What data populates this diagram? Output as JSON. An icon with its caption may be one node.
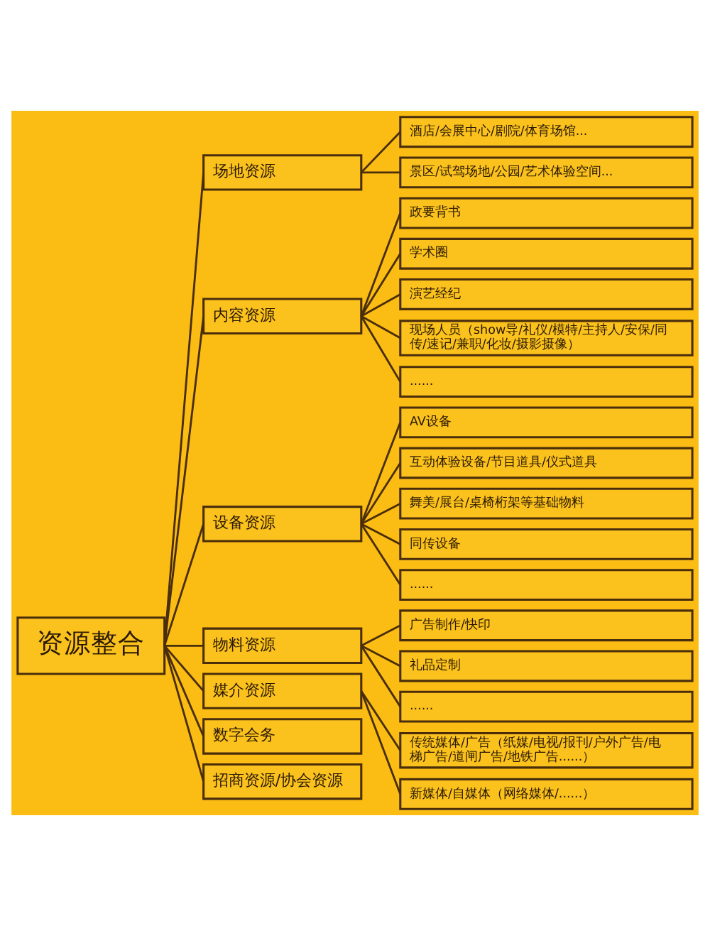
{
  "diagram": {
    "nodes": [
      {
        "text": [
          "资源整合"
        ]
      },
      {
        "text": [
          "场地资源"
        ]
      },
      {
        "text": [
          "酒店/会展中心/剧院/体育场馆..."
        ]
      },
      {
        "text": [
          "景区/试驾场地/公园/艺术体验空间..."
        ]
      },
      {
        "text": [
          "内容资源"
        ]
      },
      {
        "text": [
          "政要背书"
        ]
      },
      {
        "text": [
          "学术圈"
        ]
      },
      {
        "text": [
          "演艺经纪"
        ]
      },
      {
        "text": [
          "现场人员（show导/礼仪/模特/主持人/安保/同传/速记/兼职/化妆/摄影摄像）"
        ]
      },
      {
        "text": [
          "......"
        ]
      },
      {
        "text": [
          "设备资源"
        ]
      },
      {
        "text": [
          "AV设备"
        ]
      },
      {
        "text": [
          "互动体验设备/节目道具/仪式道具"
        ]
      },
      {
        "text": [
          "舞美/展台/桌椅桁架等基础物料"
        ]
      },
      {
        "text": [
          "同传设备"
        ]
      },
      {
        "text": [
          "......"
        ]
      },
      {
        "text": [
          "物料资源"
        ]
      },
      {
        "text": [
          "广告制作/快印"
        ]
      },
      {
        "text": [
          "礼品定制"
        ]
      },
      {
        "text": [
          "......"
        ]
      },
      {
        "text": [
          "媒介资源"
        ]
      },
      {
        "text": [
          "传统媒体/广告（纸媒/电视/报刊/户外广告/电梯广告/道闸广告/地铁广告......）"
        ]
      },
      {
        "text": [
          "新媒体/自媒体（网络媒体/......）"
        ]
      },
      {
        "text": [
          "数字会务"
        ]
      },
      {
        "text": [
          "招商资源/协会资源"
        ]
      }
    ],
    "edges": [
      {
        "from": 0,
        "to": 1,
        "arrow": "none"
      },
      {
        "from": 1,
        "to": 2,
        "arrow": "none"
      },
      {
        "from": 1,
        "to": 3,
        "arrow": "none"
      },
      {
        "from": 0,
        "to": 4,
        "arrow": "none"
      },
      {
        "from": 4,
        "to": 5,
        "arrow": "none"
      },
      {
        "from": 4,
        "to": 6,
        "arrow": "none"
      },
      {
        "from": 4,
        "to": 7,
        "arrow": "none"
      },
      {
        "from": 4,
        "to": 8,
        "arrow": "none"
      },
      {
        "from": 4,
        "to": 9,
        "arrow": "none"
      },
      {
        "from": 0,
        "to": 10,
        "arrow": "none"
      },
      {
        "from": 10,
        "to": 11,
        "arrow": "none"
      },
      {
        "from": 10,
        "to": 12,
        "arrow": "none"
      },
      {
        "from": 10,
        "to": 13,
        "arrow": "none"
      },
      {
        "from": 10,
        "to": 14,
        "arrow": "none"
      },
      {
        "from": 10,
        "to": 15,
        "arrow": "none"
      },
      {
        "from": 0,
        "to": 16,
        "arrow": "none"
      },
      {
        "from": 16,
        "to": 17,
        "arrow": "none"
      },
      {
        "from": 16,
        "to": 18,
        "arrow": "none"
      },
      {
        "from": 16,
        "to": 19,
        "arrow": "none"
      },
      {
        "from": 0,
        "to": 20,
        "arrow": "none"
      },
      {
        "from": 20,
        "to": 21,
        "arrow": "none"
      },
      {
        "from": 20,
        "to": 22,
        "arrow": "none"
      },
      {
        "from": 0,
        "to": 23,
        "arrow": "none"
      },
      {
        "from": 0,
        "to": 24,
        "arrow": "none"
      }
    ]
  }
}
